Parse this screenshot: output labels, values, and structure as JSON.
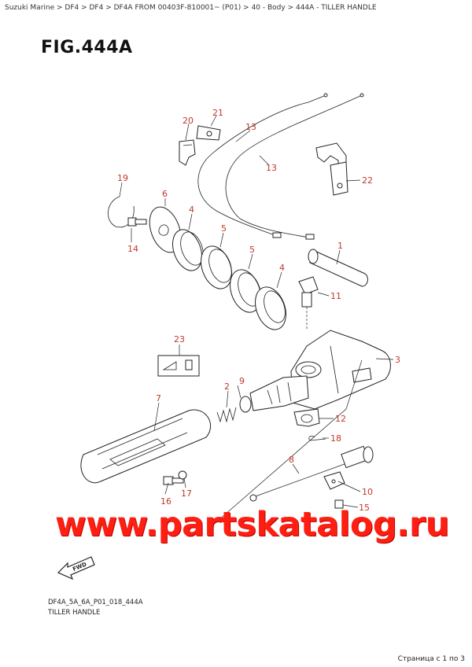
{
  "breadcrumb": "Suzuki Marine > DF4 > DF4 > DF4A FROM 00403F-810001~ (P01) > 40 - Body > 444A - TILLER HANDLE",
  "figure_title": "FIG.444A",
  "callouts": {
    "c1": "1",
    "c2": "2",
    "c3": "3",
    "c4a": "4",
    "c4b": "4",
    "c5a": "5",
    "c5b": "5",
    "c6": "6",
    "c7": "7",
    "c8": "8",
    "c9": "9",
    "c10": "10",
    "c11": "11",
    "c12": "12",
    "c13a": "13",
    "c13b": "13",
    "c14": "14",
    "c15": "15",
    "c16": "16",
    "c17": "17",
    "c18": "18",
    "c19": "19",
    "c20": "20",
    "c21": "21",
    "c22": "22",
    "c23": "23"
  },
  "fwd_label": "FWD",
  "watermark": "www.partskatalog.ru",
  "diagram_code": "DF4A_5A_6A_P01_018_444A",
  "diagram_subtitle": "TILLER HANDLE",
  "pagination": "Страница с 1 по 3"
}
